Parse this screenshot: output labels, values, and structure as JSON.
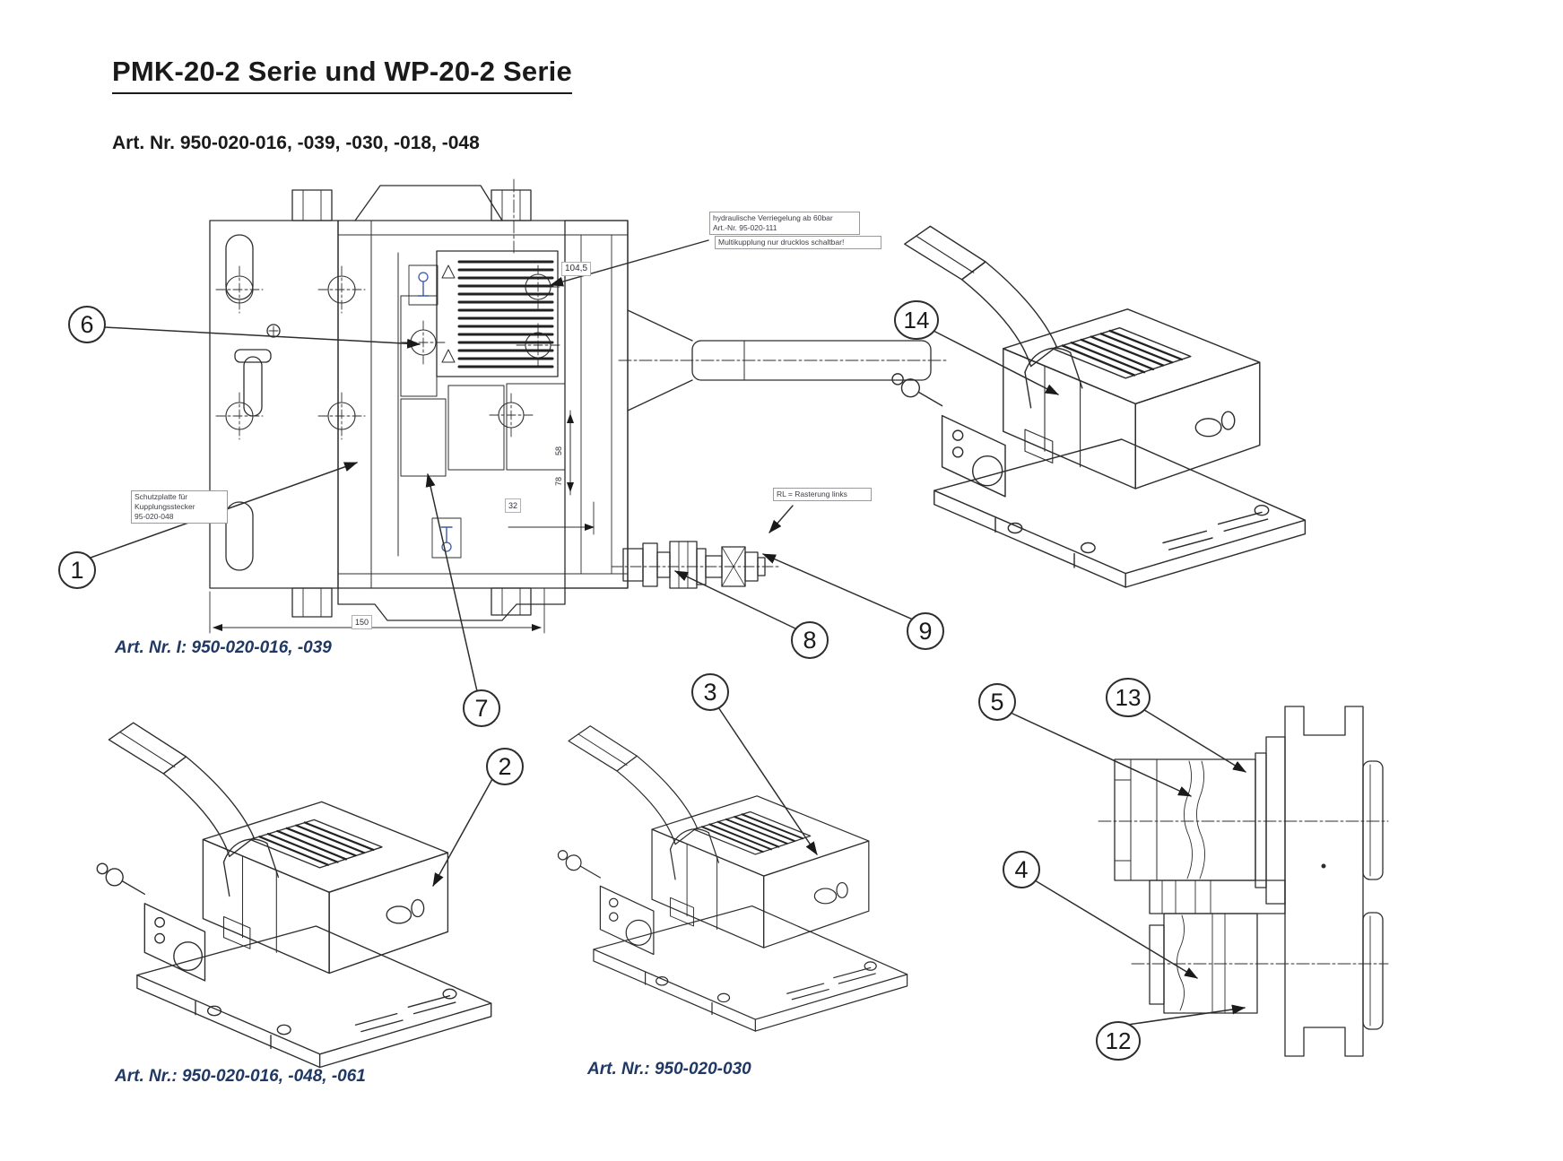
{
  "page": {
    "title": "PMK-20-2 Serie und WP-20-2 Serie",
    "subtitle": "Art. Nr. 950-020-016, -039, -030, -018, -048"
  },
  "notes": {
    "hydraulic_line1": "hydraulische Verriegelung ab 60bar",
    "hydraulic_line2": "Art.-Nr. 95-020-111",
    "hydraulic_line3": "Multikupplung nur drucklos schaltbar!",
    "protection_line1": "Schutzplatte für",
    "protection_line2": "Kupplungsstecker",
    "protection_line3": "95-020-048",
    "detent": "RL = Rasterung links"
  },
  "dimensions": {
    "top_width": "104,5",
    "port_offset": "32",
    "base_width": "150",
    "inner_height": "58",
    "outer_height": "78"
  },
  "captions": {
    "main_view": "Art. Nr.  I: 950-020-016, -039",
    "iso_left": "Art. Nr.: 950-020-016, -048, -061",
    "iso_middle": "Art. Nr.: 950-020-030"
  },
  "callouts": [
    "1",
    "2",
    "3",
    "4",
    "5",
    "6",
    "7",
    "8",
    "9",
    "12",
    "13",
    "14"
  ],
  "icons": {
    "lock_top": "pin-lock-icon",
    "lock_bottom": "pin-unlock-icon"
  },
  "colors": {
    "caption_text": "#1f3864",
    "line_art": "#2d2d2d",
    "note_border": "#9a9a9a"
  }
}
